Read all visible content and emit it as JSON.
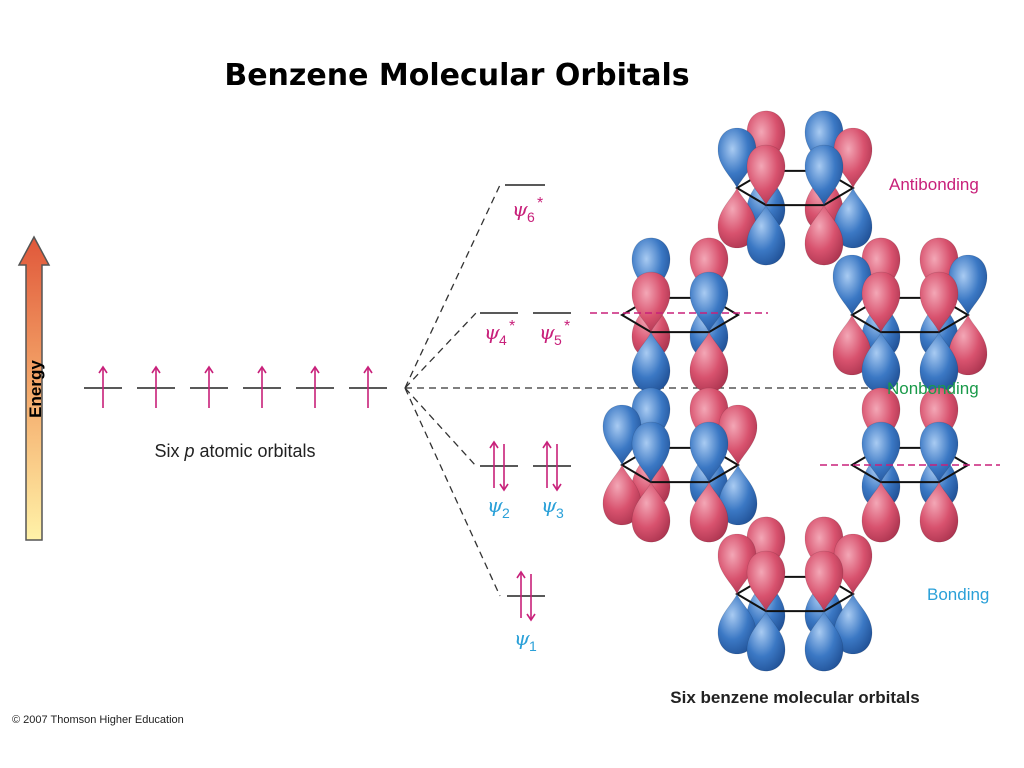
{
  "title": "Benzene Molecular Orbitals",
  "energy_label": "Energy",
  "atomic_label": "Six p atomic orbitals",
  "atomic_label_parts": {
    "pre": "Six ",
    "italic": "p",
    "post": " atomic orbitals"
  },
  "molecular_label": "Six benzene molecular orbitals",
  "copyright": "© 2007 Thomson Higher Education",
  "levels": {
    "antibonding": "Antibonding",
    "nonbonding": "Nonbonding",
    "bonding": "Bonding"
  },
  "orbitals": [
    {
      "symbol": "ψ",
      "sub": "6",
      "star": "*",
      "electrons": 0
    },
    {
      "symbol": "ψ",
      "sub": "4",
      "star": "*",
      "electrons": 0
    },
    {
      "symbol": "ψ",
      "sub": "5",
      "star": "*",
      "electrons": 0
    },
    {
      "symbol": "ψ",
      "sub": "2",
      "star": "",
      "electrons": 2
    },
    {
      "symbol": "ψ",
      "sub": "3",
      "star": "",
      "electrons": 2
    },
    {
      "symbol": "ψ",
      "sub": "1",
      "star": "",
      "electrons": 2
    }
  ],
  "atomic_orbital_count": 6,
  "colors": {
    "magenta": "#c8207a",
    "cyan": "#2aa0d8",
    "green": "#1a9a4a",
    "lobe_red": "#d8526e",
    "lobe_blue": "#3b78c4",
    "arrow_top": "#e0573a",
    "arrow_bottom": "#fff2a8"
  }
}
